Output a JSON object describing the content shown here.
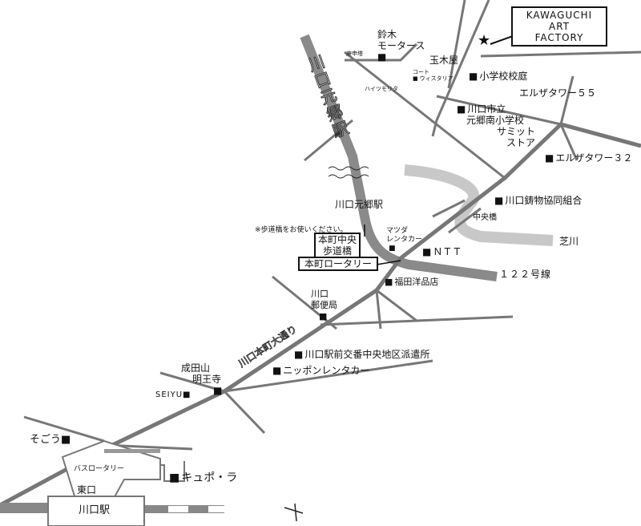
{
  "factory": {
    "lines": [
      "KAWAGUCHI",
      "ART",
      "FACTORY"
    ]
  },
  "labels": {
    "suzuki": [
      "鈴木",
      "モータース"
    ],
    "koshinto": "庚申塔",
    "court": [
      "コート",
      "ウィスタリア"
    ],
    "haitsu": "ハイツモリタ",
    "tamakiya": "玉木屋",
    "school_garden": "小学校校庭",
    "elza55": "エルザタワー５５",
    "school": [
      "川口市立",
      "元郷南小学校"
    ],
    "summit": [
      "サミット",
      "ストア"
    ],
    "elza32": "エルザタワー３２",
    "imono": "川口鋳物協同組合",
    "chuo_bridge": "中央橋",
    "shiba_river": "芝川",
    "motogo_station_vertical": "川口元郷駅",
    "motogo_station": "川口元郷駅",
    "footbridge_note": "※歩道橋をお使いください。",
    "footbridge": [
      "本町中央",
      "歩道橋"
    ],
    "rotary": "本町ロータリー",
    "mazda": [
      "マツダ",
      "レンタカー"
    ],
    "ntt": "ＮＴＴ",
    "route122": "１２２号線",
    "fukuda": "福田洋品店",
    "post": [
      "川口",
      "郵便局"
    ],
    "avenue": "川口本町大通り",
    "koban": "川口駅前交番中央地区派遣所",
    "nippon_rent": "ニッポンレンタカー",
    "naritasan": [
      "成田山",
      "明王寺"
    ],
    "seiyu": "SEIYU",
    "sogo": "そごう",
    "bus_rotary": "バスロータリー",
    "kyupora": "キュポ・ラ",
    "east_exit": "東口",
    "kawaguchi_station": "川口駅"
  },
  "icons": [
    "star-icon",
    "north-arrow-icon"
  ]
}
